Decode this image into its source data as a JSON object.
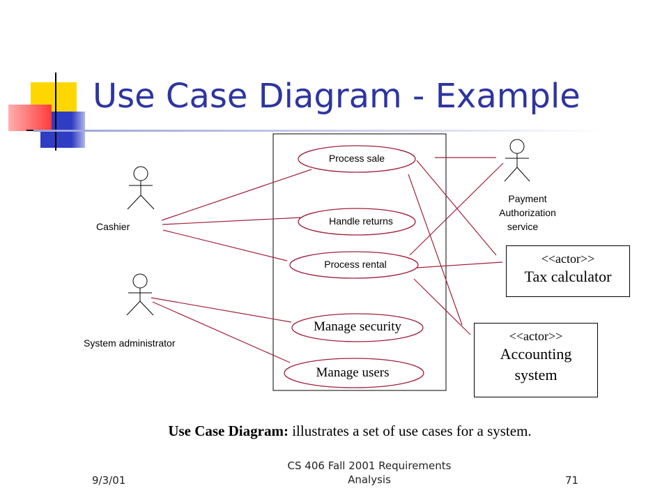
{
  "slide": {
    "title": "Use Case Diagram - Example",
    "caption_bold": "Use Case Diagram:",
    "caption_rest": " illustrates a set of use cases for a system."
  },
  "actors": {
    "cashier": "Cashier",
    "sysadmin": "System administrator",
    "payment_line1": "Payment",
    "payment_line2": "Authorization",
    "payment_line3": "service",
    "tax_stereotype": "<<actor>>",
    "tax_name": "Tax calculator",
    "acct_stereotype": "<<actor>>",
    "acct_name_line1": "Accounting",
    "acct_name_line2": "system"
  },
  "use_cases": {
    "process_sale": "Process sale",
    "handle_returns": "Handle returns",
    "process_rental": "Process rental",
    "manage_security": "Manage security",
    "manage_users": "Manage users"
  },
  "footer": {
    "date": "9/3/01",
    "course_line1": "CS 406 Fall 2001 Requirements",
    "course_line2": "Analysis",
    "page": "71"
  },
  "colors": {
    "title": "#2d35a0",
    "ellipse": "#a0203a",
    "connector": "#a0203a",
    "deco_yellow": "#ffd700",
    "deco_blue": "#2f3cc4",
    "deco_red": "#ff3b3b"
  }
}
